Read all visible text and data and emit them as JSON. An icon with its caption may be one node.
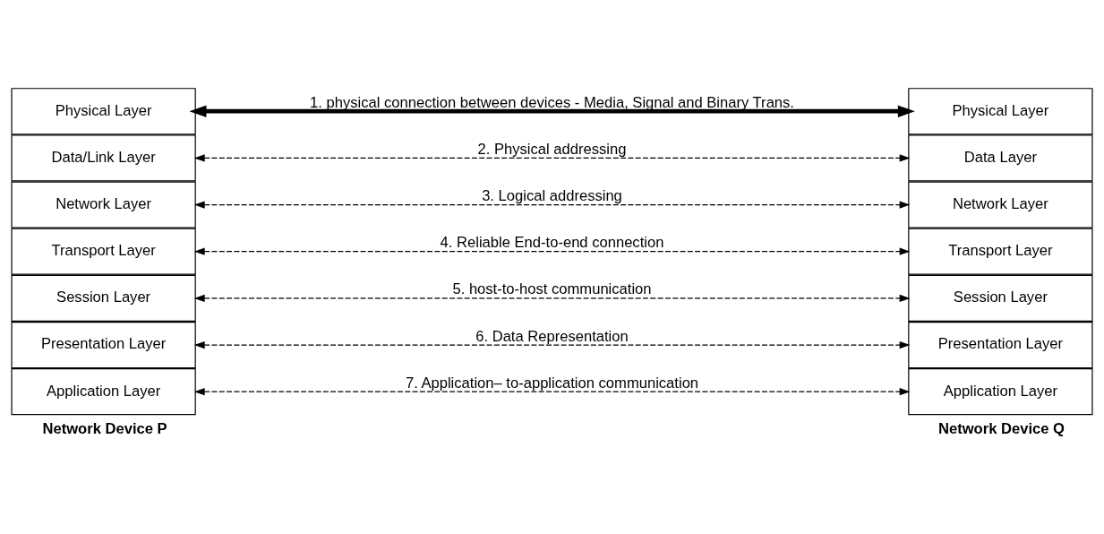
{
  "diagram": {
    "nodes": [
      {
        "text": [
          "Application Layer"
        ]
      },
      {
        "text": [
          "Presentation Layer"
        ]
      },
      {
        "text": [
          "Session Layer"
        ]
      },
      {
        "text": [
          "Transport Layer"
        ]
      },
      {
        "text": [
          "Network Layer"
        ]
      },
      {
        "text": [
          "Data/Link Layer"
        ]
      },
      {
        "text": [
          "Physical Layer"
        ]
      },
      {
        "text": [
          "Application Layer"
        ]
      },
      {
        "text": [
          "Presentation Layer"
        ]
      },
      {
        "text": [
          "Session Layer"
        ]
      },
      {
        "text": [
          "Transport Layer"
        ]
      },
      {
        "text": [
          "Network Layer"
        ]
      },
      {
        "text": [
          "Data Layer"
        ]
      },
      {
        "text": [
          "Physical Layer"
        ]
      }
    ],
    "edges": [
      {
        "from": 0,
        "to": 7,
        "arrow": "both",
        "style": "dashed",
        "label": "7. Application– to-application communication"
      },
      {
        "from": 1,
        "to": 8,
        "arrow": "both",
        "style": "dashed",
        "label": "6. Data Representation"
      },
      {
        "from": 2,
        "to": 9,
        "arrow": "both",
        "style": "dashed",
        "label": "5. host-to-host communication"
      },
      {
        "from": 3,
        "to": 10,
        "arrow": "both",
        "style": "dashed",
        "label": "4. Reliable End-to-end connection"
      },
      {
        "from": 4,
        "to": 11,
        "arrow": "both",
        "style": "dashed",
        "label": "3. Logical addressing"
      },
      {
        "from": 5,
        "to": 12,
        "arrow": "both",
        "style": "dashed",
        "label": "2. Physical addressing"
      },
      {
        "from": 6,
        "to": 13,
        "arrow": "both",
        "style": "thick",
        "label": "1. physical connection between devices - Media, Signal and Binary Trans."
      }
    ],
    "labels": [
      "Network Device P",
      "Network Device Q"
    ]
  }
}
